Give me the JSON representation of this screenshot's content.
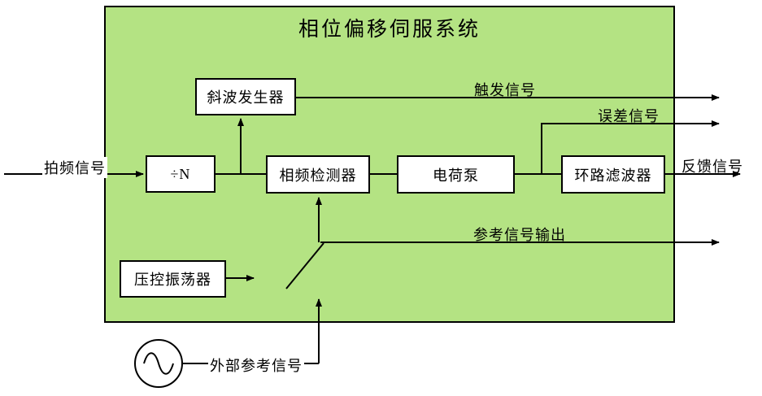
{
  "title": "相位偏移伺服系统",
  "colors": {
    "panel_bg": "#b4e383",
    "box_bg": "#ffffff",
    "line": "#000000"
  },
  "blocks": {
    "ramp_generator": "斜波发生器",
    "divider": "÷N",
    "pfd": "相频检测器",
    "charge_pump": "电荷泵",
    "loop_filter": "环路滤波器",
    "vco": "压控振荡器"
  },
  "signals": {
    "beat": "拍频信号",
    "trigger": "触发信号",
    "error": "误差信号",
    "feedback": "反馈信号",
    "reference_out": "参考信号输出",
    "external_reference": "外部参考信号"
  }
}
